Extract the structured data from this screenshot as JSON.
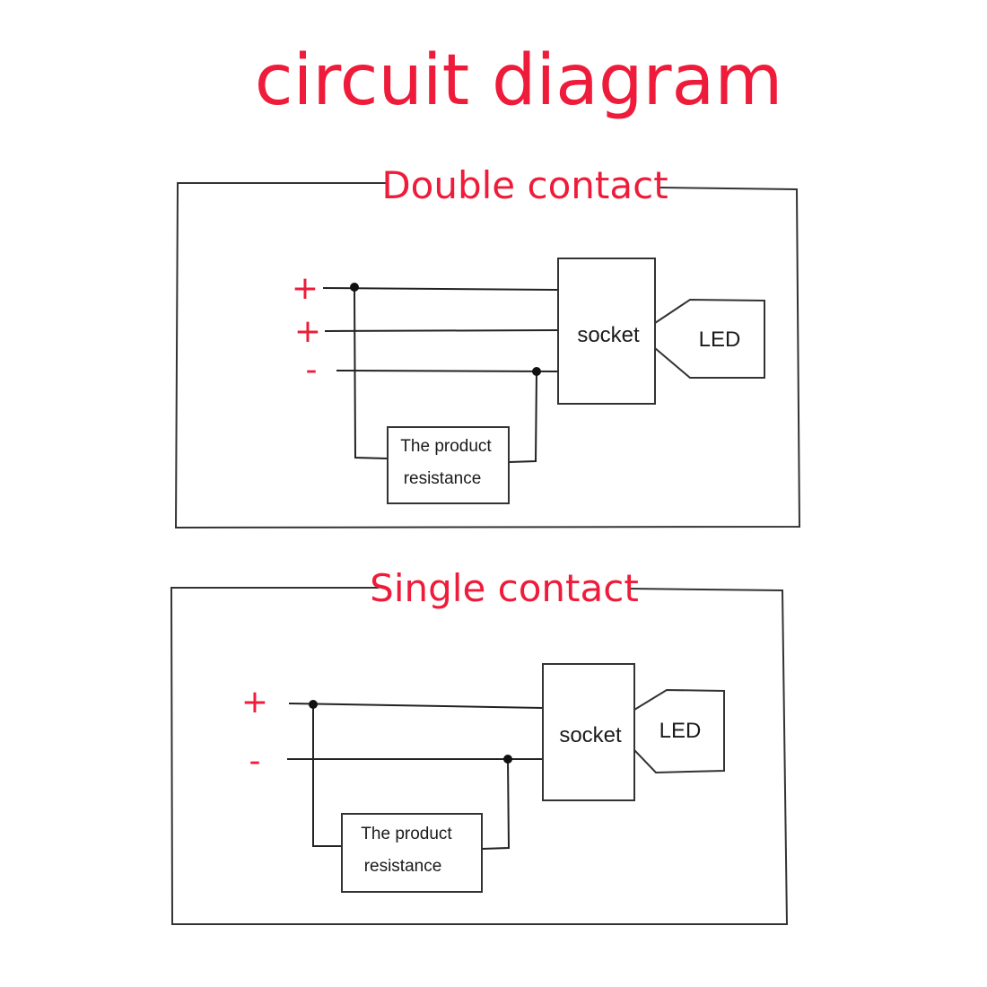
{
  "title": "circuit diagram",
  "colors": {
    "accent": "#ee1c3a",
    "line": "#222222",
    "text": "#1a1a1a",
    "background": "#ffffff"
  },
  "diagrams": [
    {
      "heading": "Double contact",
      "terminals": [
        "+",
        "+",
        "-"
      ],
      "socket_label": "socket",
      "led_label": "LED",
      "resistor_lines": [
        "The product",
        "resistance"
      ]
    },
    {
      "heading": "Single contact",
      "terminals": [
        "+",
        "-"
      ],
      "socket_label": "socket",
      "led_label": "LED",
      "resistor_lines": [
        "The product",
        "resistance"
      ]
    }
  ]
}
